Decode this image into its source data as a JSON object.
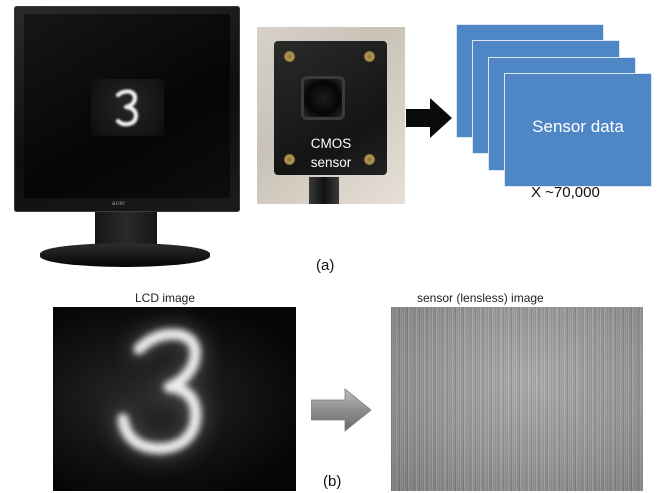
{
  "panel_a": {
    "monitor": {
      "brand": "acer",
      "displayed_digit": "3"
    },
    "camera": {
      "label_line1": "CMOS",
      "label_line2": "sensor"
    },
    "sensor_data": {
      "label": "Sensor data",
      "count": "X ~70,000",
      "card_color": "#4f86c6"
    },
    "caption": "(a)"
  },
  "panel_b": {
    "lcd_title": "LCD image",
    "lcd_digit": "3",
    "sensor_title": "sensor (lensless) image",
    "caption": "(b)"
  },
  "icons": [
    "black-arrow-icon",
    "gray-arrow-icon"
  ]
}
